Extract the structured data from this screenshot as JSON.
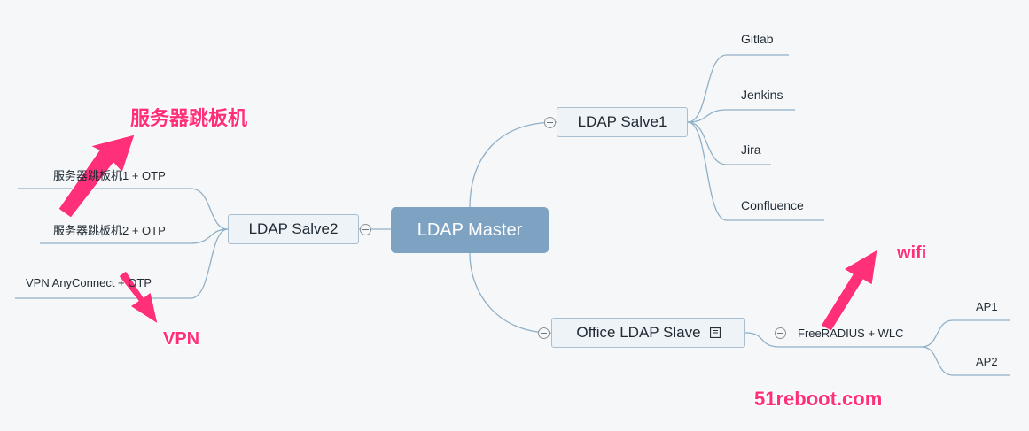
{
  "master": {
    "label": "LDAP Master"
  },
  "salve1": {
    "label": "LDAP Salve1",
    "children": [
      "Gitlab",
      "Jenkins",
      "Jira",
      "Confluence"
    ]
  },
  "salve2": {
    "label": "LDAP Salve2",
    "children": [
      "服务器跳板机1 + OTP",
      "服务器跳板机2 + OTP",
      "VPN AnyConnect  + OTP"
    ]
  },
  "office": {
    "label": "Office LDAP Slave",
    "child": {
      "label": "FreeRADIUS + WLC",
      "children": [
        "AP1",
        "AP2"
      ]
    }
  },
  "annotations": {
    "jump": "服务器跳板机",
    "vpn": "VPN",
    "wifi": "wifi",
    "watermark": "51reboot.com"
  },
  "colors": {
    "master_fill": "#7ea3c2",
    "connector": "#8fb0c8",
    "annotation": "#ff2f7a"
  }
}
